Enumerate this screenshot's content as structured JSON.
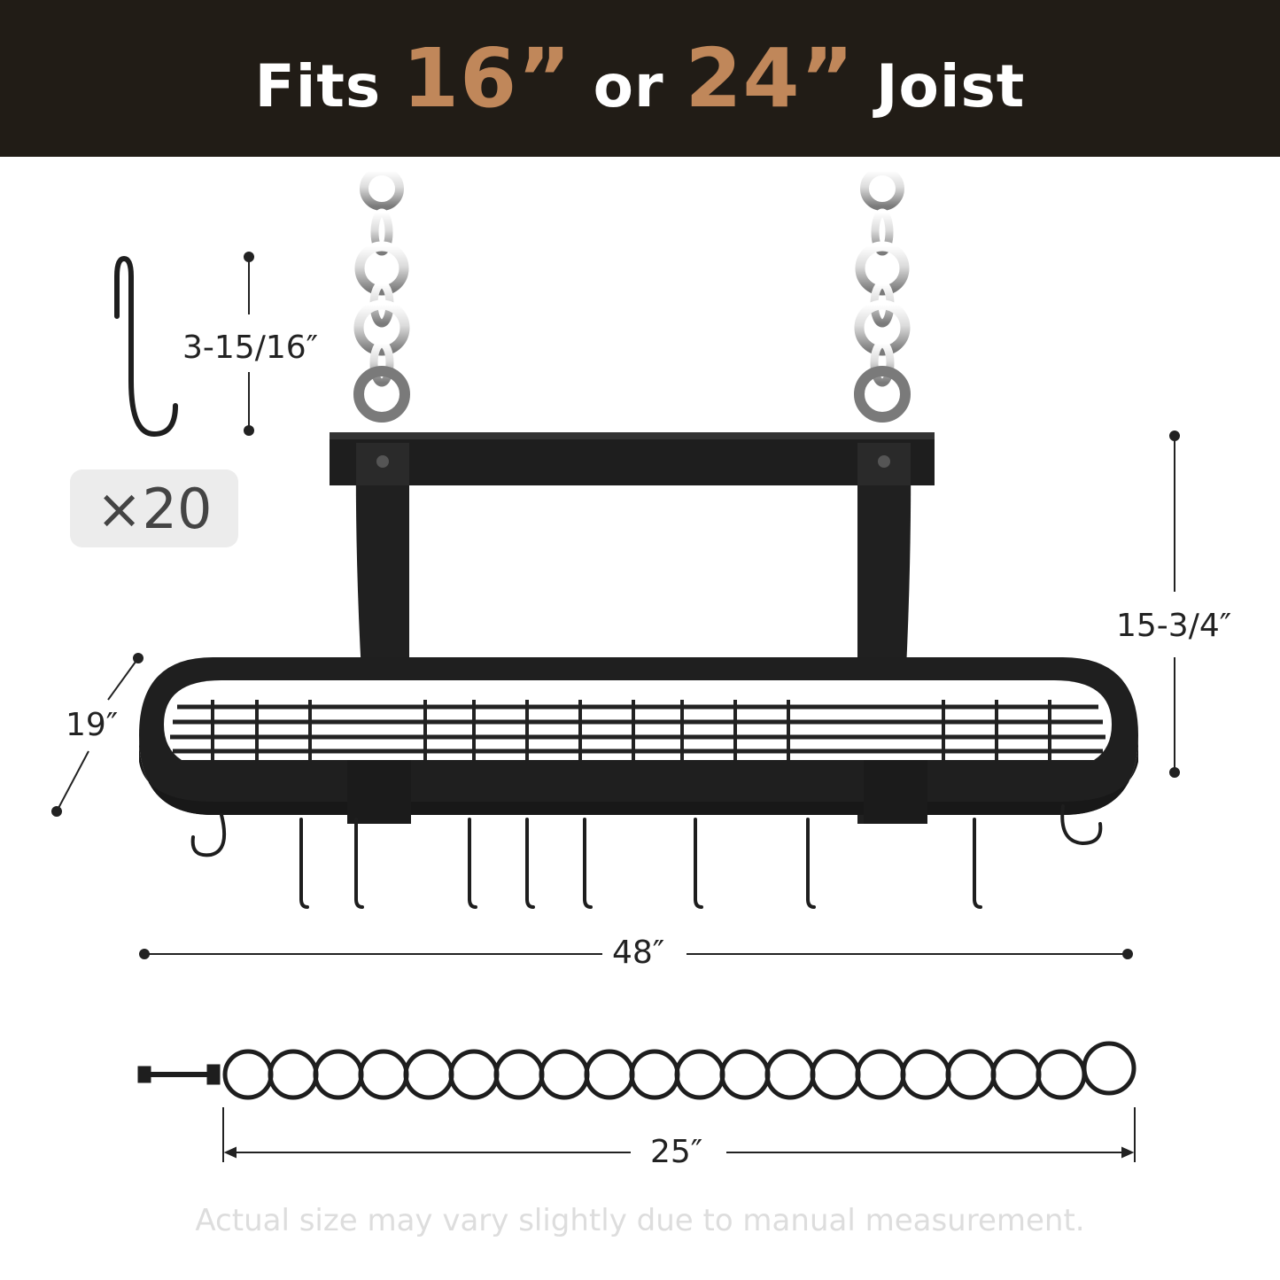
{
  "banner": {
    "prefix": "Fits ",
    "size_a": "16”",
    "connector": " or ",
    "size_b": "24”",
    "suffix": " Joist"
  },
  "colors": {
    "banner_bg": "#211c16",
    "accent": "#c0875a",
    "rack": "#1e1e1e"
  },
  "hook": {
    "height_label": "3-15/16″",
    "count_label": "×20"
  },
  "dimensions": {
    "depth": "19″",
    "height": "15-3/4″",
    "width": "48″",
    "chain_length": "25″"
  },
  "footer": {
    "disclaimer": "Actual size may vary slightly due to manual measurement."
  }
}
